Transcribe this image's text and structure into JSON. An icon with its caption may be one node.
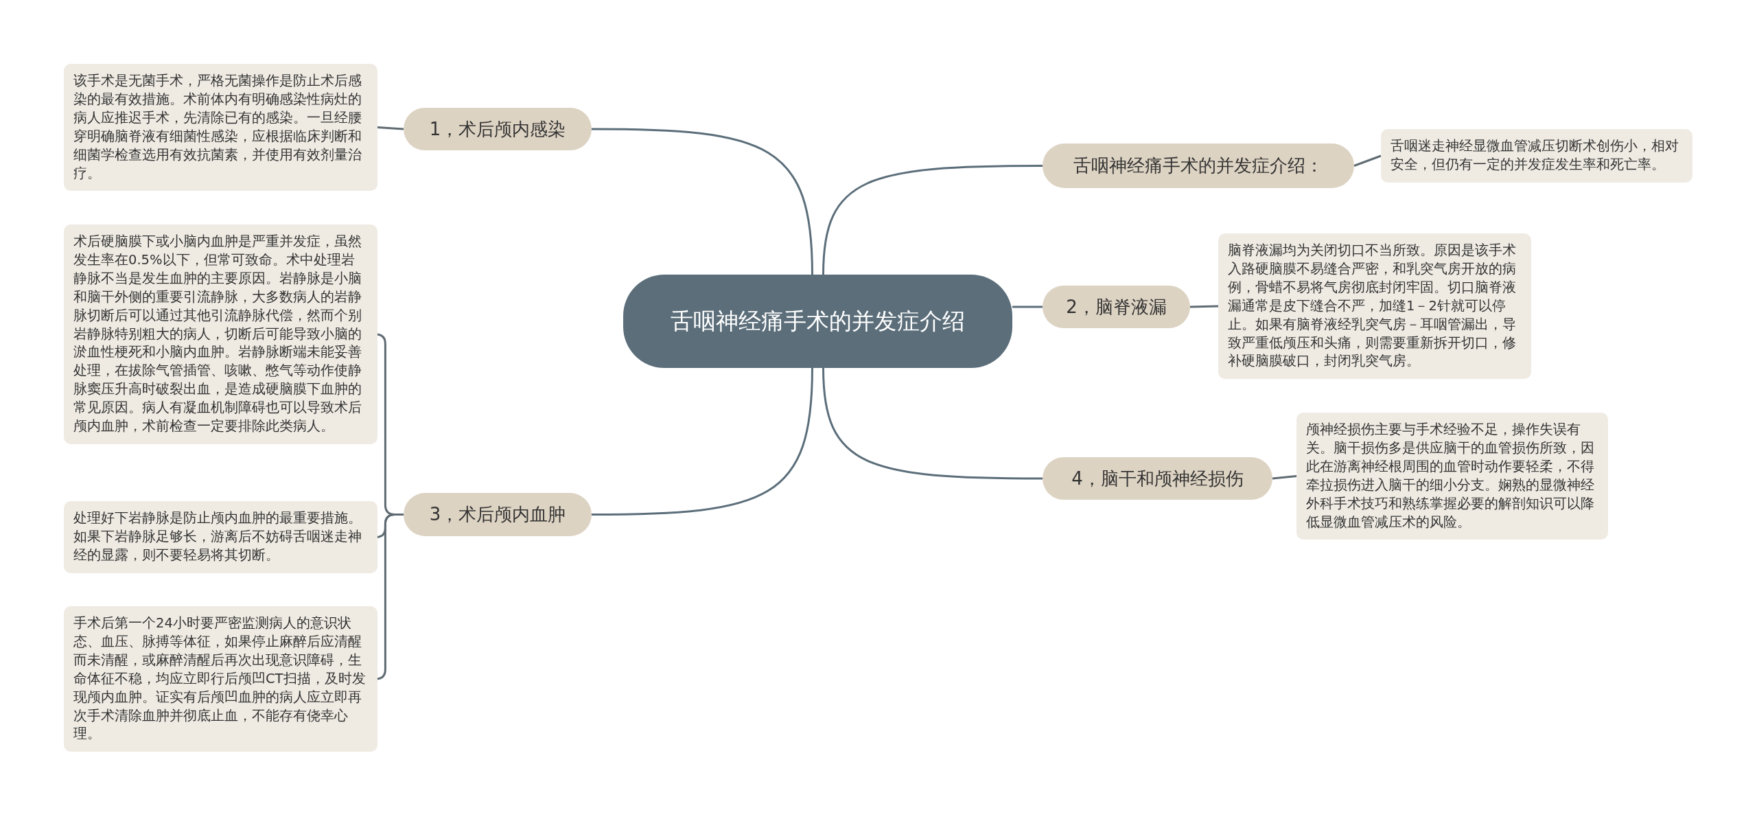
{
  "diagram": {
    "nodes": [
      {
        "text": [
          "舌咽神经痛手术的并发症介绍"
        ]
      },
      {
        "text": [
          "1，术后颅内感染"
        ]
      },
      {
        "text": [
          "该手术是无菌手术，严格无菌操作是防止术后感染的最有效措施。术前体内有明确感染性病灶的病人应推迟手术，先清除已有的感染。一旦经腰穿明确脑脊液有细菌性感染，应根据临床判断和细菌学检查选用有效抗菌素，并使用有效剂量治疗。"
        ]
      },
      {
        "text": [
          "舌咽神经痛手术的并发症介绍："
        ]
      },
      {
        "text": [
          "舌咽迷走神经显微血管减压切断术创伤小，相对安全，但仍有一定的并发症发生率和死亡率。"
        ]
      },
      {
        "text": [
          "2，脑脊液漏"
        ]
      },
      {
        "text": [
          "脑脊液漏均为关闭切口不当所致。原因是该手术入路硬脑膜不易缝合严密，和乳突气房开放的病例，骨蜡不易将气房彻底封闭牢固。切口脑脊液漏通常是皮下缝合不严，加缝1－2针就可以停止。如果有脑脊液经乳突气房－耳咽管漏出，导致严重低颅压和头痛，则需要重新拆开切口，修补硬脑膜破口，封闭乳突气房。"
        ]
      },
      {
        "text": [
          "3，术后颅内血肿"
        ]
      },
      {
        "text": [
          "术后硬脑膜下或小脑内血肿是严重并发症，虽然发生率在0.5%以下，但常可致命。术中处理岩静脉不当是发生血肿的主要原因。岩静脉是小脑和脑干外侧的重要引流静脉，大多数病人的岩静脉切断后可以通过其他引流静脉代偿，然而个别岩静脉特别粗大的病人，切断后可能导致小脑的淤血性梗死和小脑内血肿。岩静脉断端未能妥善处理，在拔除气管插管、咳嗽、憋气等动作使静脉窦压升高时破裂出血，是造成硬脑膜下血肿的常见原因。病人有凝血机制障碍也可以导致术后颅内血肿，术前检查一定要排除此类病人。"
        ]
      },
      {
        "text": [
          "处理好下岩静脉是防止颅内血肿的最重要措施。如果下岩静脉足够长，游离后不妨碍舌咽迷走神经的显露，则不要轻易将其切断。"
        ]
      },
      {
        "text": [
          "手术后第一个24小时要严密监测病人的意识状态、血压、脉搏等体征，如果停止麻醉后应清醒而未清醒，或麻醉清醒后再次出现意识障碍，生命体征不稳，均应立即行后颅凹CT扫描，及时发现颅内血肿。证实有后颅凹血肿的病人应立即再次手术清除血肿并彻底止血，不能存有侥幸心理。"
        ]
      },
      {
        "text": [
          "4，脑干和颅神经损伤"
        ]
      },
      {
        "text": [
          "颅神经损伤主要与手术经验不足，操作失误有关。脑干损伤多是供应脑干的血管损伤所致，因此在游离神经根周围的血管时动作要轻柔，不得牵拉损伤进入脑干的细小分支。娴熟的显微神经外科手术技巧和熟练掌握必要的解剖知识可以降低显微血管减压术的风险。"
        ]
      }
    ],
    "edges": [
      {
        "from": 0,
        "to": 1,
        "arrow": "none"
      },
      {
        "from": 1,
        "to": 2,
        "arrow": "none"
      },
      {
        "from": 0,
        "to": 3,
        "arrow": "none"
      },
      {
        "from": 3,
        "to": 4,
        "arrow": "none"
      },
      {
        "from": 0,
        "to": 5,
        "arrow": "none"
      },
      {
        "from": 5,
        "to": 6,
        "arrow": "none"
      },
      {
        "from": 0,
        "to": 7,
        "arrow": "none"
      },
      {
        "from": 7,
        "to": 8,
        "arrow": "none"
      },
      {
        "from": 7,
        "to": 9,
        "arrow": "none"
      },
      {
        "from": 7,
        "to": 10,
        "arrow": "none"
      },
      {
        "from": 0,
        "to": 11,
        "arrow": "none"
      },
      {
        "from": 11,
        "to": 12,
        "arrow": "none"
      }
    ]
  }
}
